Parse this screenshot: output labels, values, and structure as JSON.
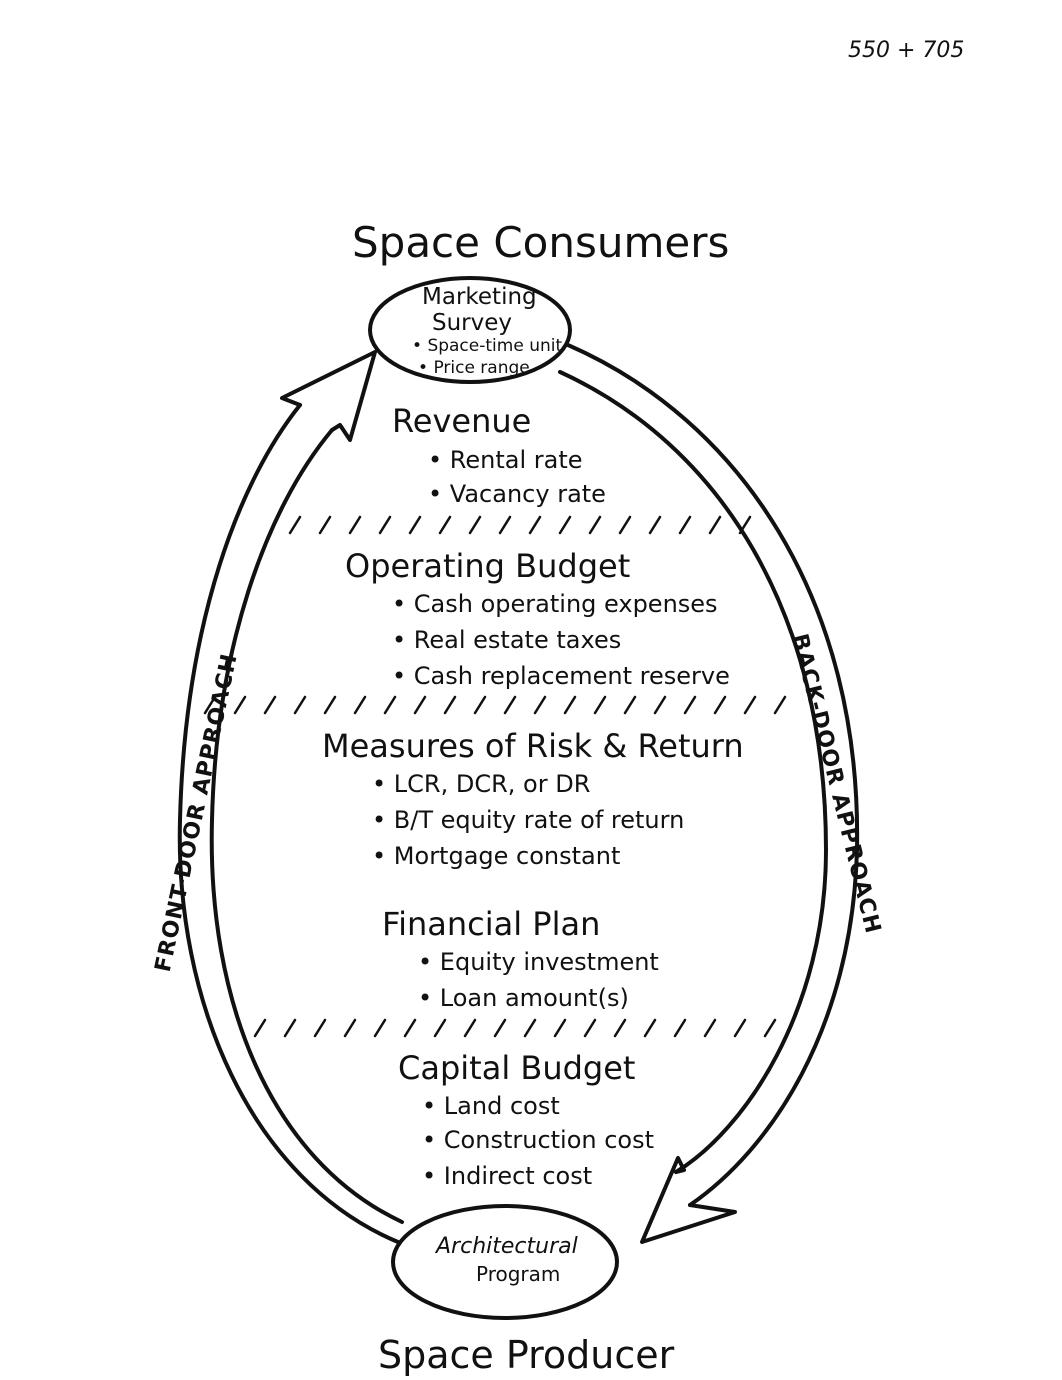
{
  "page_note": "550 + 705",
  "top_label": "Space Consumers",
  "bottom_label": "Space Producer",
  "top_node": {
    "title_line1": "Marketing",
    "title_line2": "Survey",
    "items": [
      "Space-time unit",
      "Price range"
    ]
  },
  "bottom_node": {
    "title_line1": "Architectural",
    "title_line2": "Program"
  },
  "left_arrow_label": "FRONT-DOOR APPROACH",
  "right_arrow_label": "BACK-DOOR APPROACH",
  "sections": [
    {
      "title": "Revenue",
      "items": [
        "Rental rate",
        "Vacancy rate"
      ]
    },
    {
      "title": "Operating Budget",
      "items": [
        "Cash operating expenses",
        "Real estate taxes",
        "Cash replacement reserve"
      ]
    },
    {
      "title": "Measures of Risk & Return",
      "items": [
        "LCR, DCR, or DR",
        "B/T equity rate of return",
        "Mortgage constant"
      ]
    },
    {
      "title": "Financial Plan",
      "items": [
        "Equity investment",
        "Loan amount(s)"
      ]
    },
    {
      "title": "Capital Budget",
      "items": [
        "Land cost",
        "Construction cost",
        "Indirect cost"
      ]
    }
  ]
}
